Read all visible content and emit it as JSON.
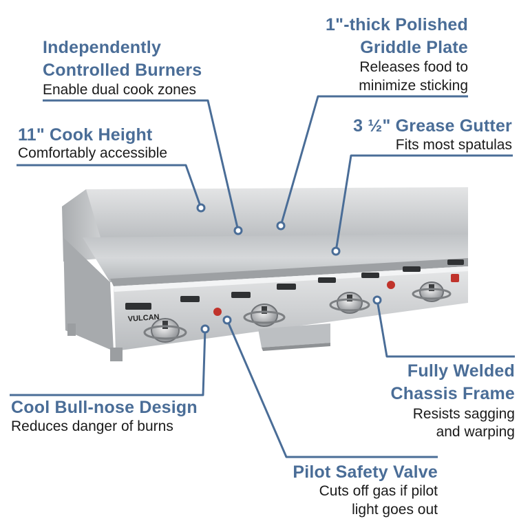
{
  "callouts": {
    "burners": {
      "title_line1": "Independently",
      "title_line2": "Controlled Burners",
      "desc_line1": "Enable dual cook zones"
    },
    "plate": {
      "title_line1": "1\"-thick Polished",
      "title_line2": "Griddle Plate",
      "desc_line1": "Releases food to",
      "desc_line2": "minimize sticking"
    },
    "height": {
      "title_line1": "11\" Cook Height",
      "desc_line1": "Comfortably accessible"
    },
    "gutter": {
      "title_line1": "3 ½\" Grease Gutter",
      "desc_line1": "Fits most spatulas"
    },
    "chassis": {
      "title_line1": "Fully Welded",
      "title_line2": "Chassis Frame",
      "desc_line1": "Resists sagging",
      "desc_line2": "and warping"
    },
    "bullnose": {
      "title_line1": "Cool Bull-nose Design",
      "desc_line1": "Reduces danger of burns"
    },
    "pilot": {
      "title_line1": "Pilot Safety Valve",
      "desc_line1": "Cuts off gas if pilot",
      "desc_line2": "light goes out"
    }
  },
  "product": {
    "brand_label": "VULCAN"
  },
  "colors": {
    "accent": "#4a6d97",
    "text": "#1a1a1a",
    "steel": "#c9cbcd"
  }
}
